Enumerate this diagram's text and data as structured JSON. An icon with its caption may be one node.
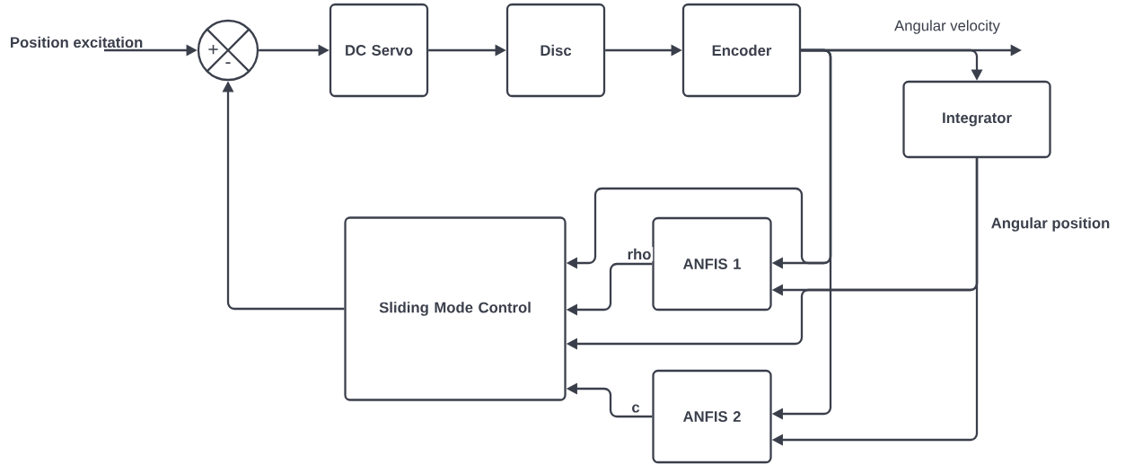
{
  "diagram": {
    "nodes": [
      {
        "text": [
          "Position excitation"
        ]
      },
      {
        "text": [
          "+",
          "-"
        ]
      },
      {
        "text": [
          "DC Servo"
        ]
      },
      {
        "text": [
          "Disc"
        ]
      },
      {
        "text": [
          "Encoder"
        ]
      },
      {
        "text": [
          "Integrator"
        ]
      },
      {
        "text": [
          "ANFIS 1"
        ]
      },
      {
        "text": [
          "ANFIS 2"
        ]
      },
      {
        "text": [
          "Sliding Mode Control"
        ]
      }
    ],
    "edges": [
      {
        "from": 0,
        "to": 1,
        "arrow": "to"
      },
      {
        "from": 1,
        "to": 2,
        "arrow": "to"
      },
      {
        "from": 2,
        "to": 3,
        "arrow": "to"
      },
      {
        "from": 3,
        "to": 4,
        "arrow": "to"
      },
      {
        "from": 4,
        "to": null,
        "arrow": "to",
        "label": "Angular velocity"
      },
      {
        "from": 4,
        "to": 5,
        "arrow": "to"
      },
      {
        "from": 4,
        "to": 6,
        "arrow": "to"
      },
      {
        "from": 4,
        "to": 7,
        "arrow": "to"
      },
      {
        "from": 4,
        "to": 8,
        "arrow": "to"
      },
      {
        "from": 5,
        "to": 6,
        "arrow": "to"
      },
      {
        "from": 5,
        "to": 8,
        "arrow": "to"
      },
      {
        "from": 5,
        "to": 7,
        "arrow": "to",
        "label": "Angular position"
      },
      {
        "from": 6,
        "to": 8,
        "arrow": "to",
        "label": "rho"
      },
      {
        "from": 7,
        "to": 8,
        "arrow": "to",
        "label": "c"
      },
      {
        "from": 8,
        "to": 1,
        "arrow": "to"
      }
    ]
  }
}
